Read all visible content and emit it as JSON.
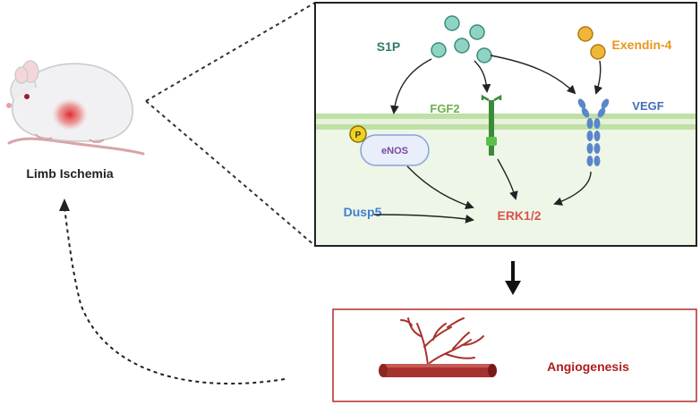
{
  "labels": {
    "limb_ischemia": "Limb Ischemia",
    "s1p": "S1P",
    "fgf2": "FGF2",
    "vegf": "VEGF",
    "exendin4": "Exendin-4",
    "p": "P",
    "enos": "eNOS",
    "dusp5": "Dusp5",
    "erk": "ERK1/2",
    "angiogenesis": "Angiogenesis"
  },
  "colors": {
    "s1p": "#2e7d6b",
    "fgf2": "#6ab04c",
    "vegf": "#3f6fb5",
    "exendin4": "#e8961e",
    "enos": "#7a4aa0",
    "dusp5": "#3f7fcf",
    "erk": "#d9534f",
    "angiogenesis": "#b01c1c"
  }
}
